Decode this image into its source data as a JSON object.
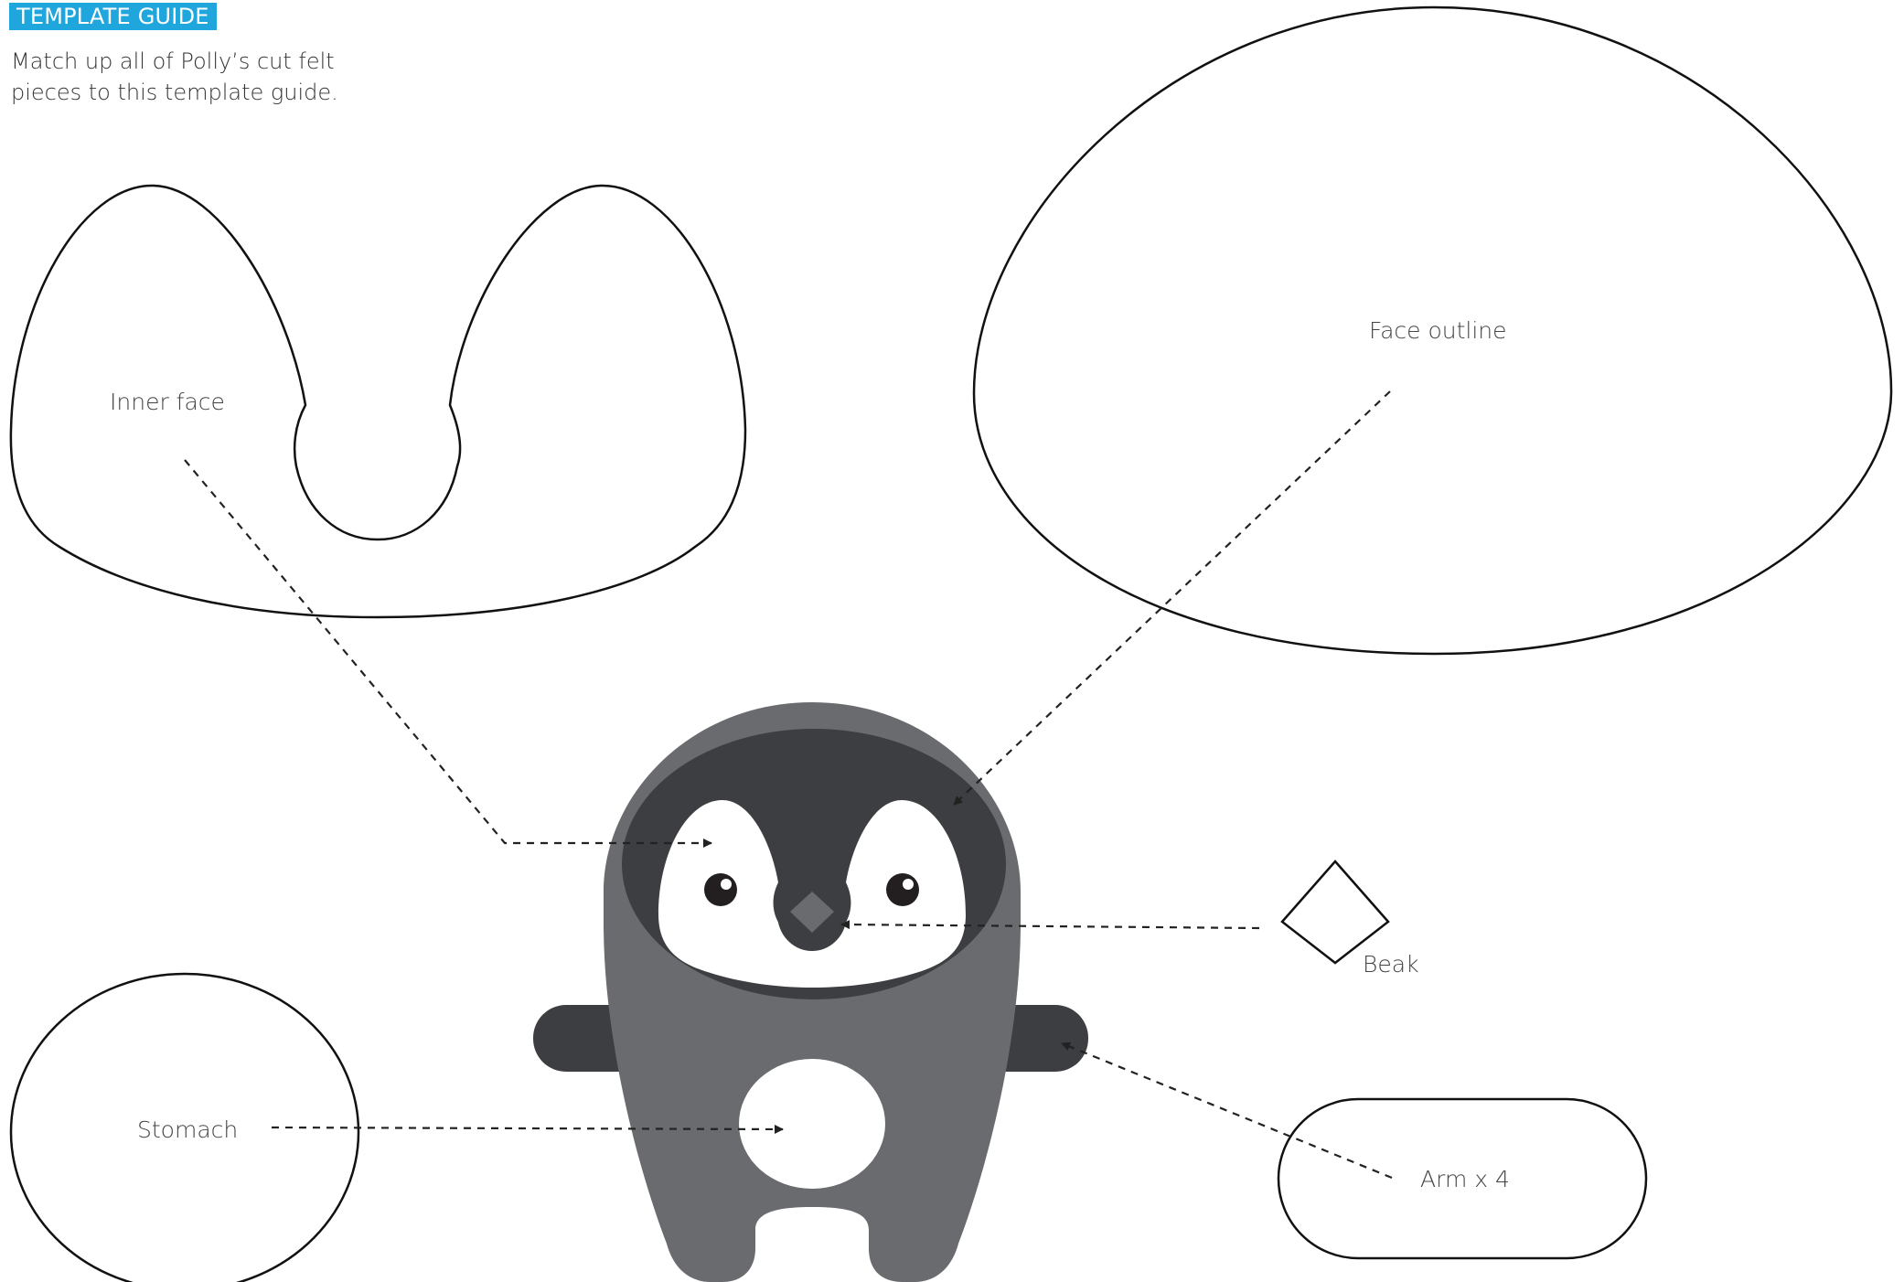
{
  "header": {
    "badge": "TEMPLATE GUIDE",
    "intro": "Match up all of Polly’s cut felt pieces to this template guide."
  },
  "pieces": {
    "inner_face": "Inner face",
    "face_outline": "Face outline",
    "beak": "Beak",
    "stomach": "Stomach",
    "arm": "Arm x 4"
  },
  "colors": {
    "badge": "#1fa6dd",
    "penguin_body": "#6a6b6f",
    "penguin_face": "#3d3e41",
    "penguin_arm": "#3d3e41",
    "beak": "#6a6b6f",
    "white": "#ffffff"
  }
}
